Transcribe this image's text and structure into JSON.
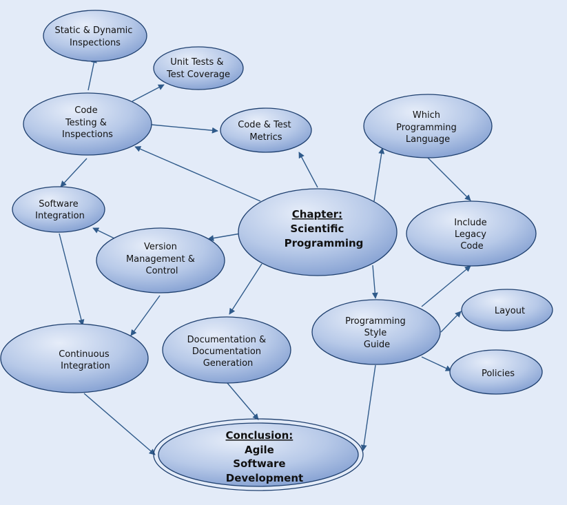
{
  "colors": {
    "background": "#e3ebf8",
    "node_light": "#e6edf9",
    "node_dark": "#7e9bcf",
    "node_stroke": "#1e3f6e",
    "arrow": "#2f5a8a"
  },
  "nodes": {
    "static_dynamic": {
      "lines": [
        "Static & Dynamic",
        "Inspections"
      ]
    },
    "unit_tests": {
      "lines": [
        "Unit Tests &",
        "Test Coverage"
      ]
    },
    "code_testing": {
      "lines": [
        "Code",
        "Testing &",
        "Inspections"
      ]
    },
    "code_test_metrics": {
      "lines": [
        "Code & Test",
        "Metrics"
      ]
    },
    "which_language": {
      "lines": [
        "Which",
        "Programming",
        "Language"
      ]
    },
    "software_integration": {
      "lines": [
        "Software",
        "Integration"
      ]
    },
    "chapter": {
      "heading": "Chapter:",
      "lines": [
        "Scientific",
        "Programming"
      ]
    },
    "legacy_code": {
      "lines": [
        "Include",
        "Legacy",
        "Code"
      ]
    },
    "version_management": {
      "lines": [
        "Version",
        "Management &",
        "Control"
      ]
    },
    "layout": {
      "lines": [
        "Layout"
      ]
    },
    "style_guide": {
      "lines": [
        "Programming",
        "Style",
        "Guide"
      ]
    },
    "continuous_integration": {
      "lines": [
        "Continuous",
        "Integration"
      ]
    },
    "documentation": {
      "lines": [
        "Documentation &",
        "Documentation",
        "Generation"
      ]
    },
    "policies": {
      "lines": [
        "Policies"
      ]
    },
    "conclusion": {
      "heading": "Conclusion:",
      "lines": [
        "Agile",
        "Software",
        "Development"
      ]
    }
  },
  "edges": [
    [
      "code_testing",
      "static_dynamic"
    ],
    [
      "code_testing",
      "unit_tests"
    ],
    [
      "code_testing",
      "code_test_metrics"
    ],
    [
      "code_testing",
      "software_integration"
    ],
    [
      "chapter",
      "code_testing"
    ],
    [
      "chapter",
      "code_test_metrics"
    ],
    [
      "chapter",
      "which_language"
    ],
    [
      "which_language",
      "legacy_code"
    ],
    [
      "chapter",
      "version_management"
    ],
    [
      "version_management",
      "software_integration"
    ],
    [
      "chapter",
      "documentation"
    ],
    [
      "chapter",
      "style_guide"
    ],
    [
      "style_guide",
      "legacy_code"
    ],
    [
      "style_guide",
      "layout"
    ],
    [
      "style_guide",
      "policies"
    ],
    [
      "style_guide",
      "conclusion"
    ],
    [
      "software_integration",
      "continuous_integration"
    ],
    [
      "version_management",
      "continuous_integration"
    ],
    [
      "continuous_integration",
      "conclusion"
    ],
    [
      "documentation",
      "conclusion"
    ]
  ]
}
